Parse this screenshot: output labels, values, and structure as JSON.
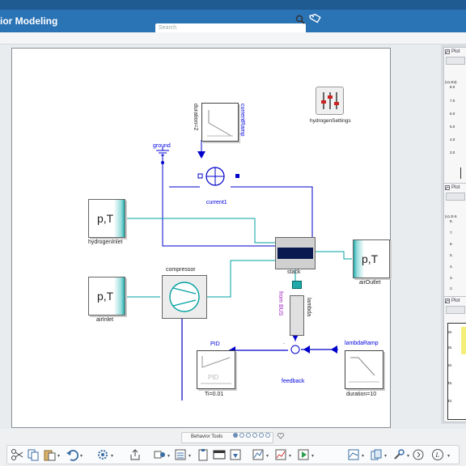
{
  "app": {
    "title_partial": "ior Modeling"
  },
  "search": {
    "placeholder": "Search"
  },
  "diagram": {
    "components": {
      "currentRamp": "currentRamp",
      "currentRamp_param": "duration=2",
      "hydrogenSettings": "hydrogenSettings",
      "ground": "ground",
      "current1": "current1",
      "hydrogenInlet": "hydrogenInlet",
      "airInlet": "airInlet",
      "airOutlet": "airOutlet",
      "boundary_text": "p,T",
      "compressor": "compressor",
      "stack": "stack",
      "lambda": "lambda",
      "fromBUS": "from BUS",
      "PID": "PID",
      "PID_inner": "PID",
      "PID_param": "Ti=0.01",
      "feedback": "feedback",
      "lambdaRamp": "lambdaRamp",
      "lambdaRamp_param": "duration=10"
    }
  },
  "plots": [
    {
      "title": "Plot",
      "scale": "(x1.E3)",
      "ticks": [
        "8.0",
        "7.0",
        "6.0",
        "5.0",
        "4.0",
        "3.0"
      ]
    },
    {
      "title": "Plot",
      "scale": "(x1.E-5",
      "ticks": [
        "8.",
        "7.",
        "6.",
        "5.",
        "4.",
        "3.",
        "2."
      ]
    },
    {
      "title": "Plot",
      "scale": "",
      "ticks": [
        "60.",
        "55.",
        "50.",
        "45.",
        "40."
      ]
    }
  ],
  "bottom": {
    "behavior_tools_label": "Behavior Tools"
  }
}
